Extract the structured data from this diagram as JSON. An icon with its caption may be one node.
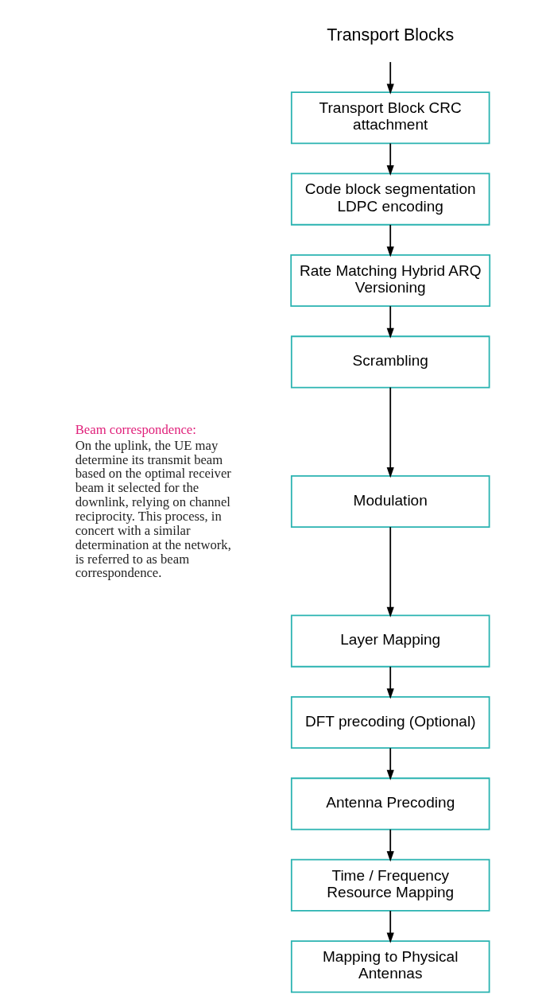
{
  "diagram": {
    "nodes": [
      {
        "text": [
          "Transport Blocks"
        ]
      },
      {
        "text": [
          "Transport Block CRC attachment"
        ]
      },
      {
        "text": [
          "Code block segmentation LDPC encoding"
        ]
      },
      {
        "text": [
          "Rate Matching Hybrid ARQ Versioning"
        ]
      },
      {
        "text": [
          "Scrambling"
        ]
      },
      {
        "text": [
          "Modulation"
        ]
      },
      {
        "text": [
          "Layer Mapping"
        ]
      },
      {
        "text": [
          "DFT precoding (Optional)"
        ]
      },
      {
        "text": [
          "Antenna Precoding"
        ]
      },
      {
        "text": [
          "Time / Frequency Resource Mapping"
        ]
      },
      {
        "text": [
          "Mapping to Physical Antennas"
        ]
      }
    ],
    "edges": [
      {
        "from": 0,
        "to": 1,
        "arrow": "to"
      },
      {
        "from": 1,
        "to": 2,
        "arrow": "to"
      },
      {
        "from": 2,
        "to": 3,
        "arrow": "to"
      },
      {
        "from": 3,
        "to": 4,
        "arrow": "to"
      },
      {
        "from": 4,
        "to": 5,
        "arrow": "to"
      },
      {
        "from": 5,
        "to": 6,
        "arrow": "to"
      },
      {
        "from": 6,
        "to": 7,
        "arrow": "to"
      },
      {
        "from": 7,
        "to": 8,
        "arrow": "to"
      },
      {
        "from": 8,
        "to": 9,
        "arrow": "to"
      },
      {
        "from": 9,
        "to": 10,
        "arrow": "to"
      }
    ],
    "labels": [
      "Beam correspondence:",
      "On the uplink, the UE may determine its transmit beam based on the optimal receiver beam it selected for the downlink, relying on channel reciprocity. This process, in concert with a similar determination at the network, is referred to as beam correspondence."
    ]
  }
}
